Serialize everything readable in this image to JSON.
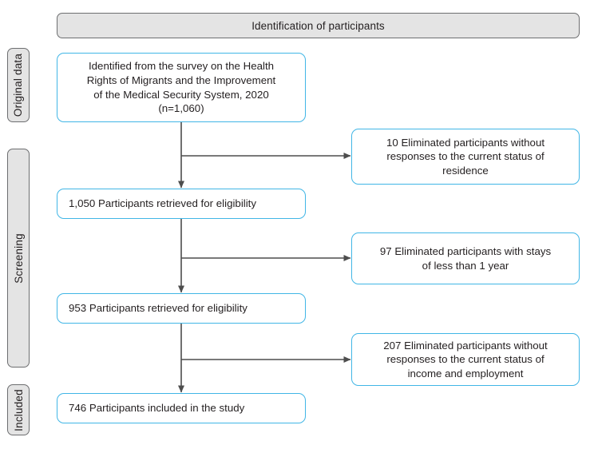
{
  "header": {
    "title": "Identification of participants"
  },
  "stages": [
    {
      "key": "original",
      "label": "Original data"
    },
    {
      "key": "screening",
      "label": "Screening"
    },
    {
      "key": "included",
      "label": "Included"
    }
  ],
  "flow": {
    "identified": {
      "line1": "Identified from the survey on the Health",
      "line2": "Rights of Migrants and the Improvement",
      "line3": "of the Medical Security System, 2020",
      "line4": "(n=1,060)",
      "count": 1060
    },
    "retrieved_1050": {
      "text": "1,050 Participants retrieved for eligibility",
      "count": 1050
    },
    "retrieved_953": {
      "text": "953 Participants retrieved for eligibility",
      "count": 953
    },
    "included_746": {
      "text": "746 Participants included in the study",
      "count": 746
    }
  },
  "exclusions": [
    {
      "key": "excl-10",
      "count": 10,
      "line1": "10 Eliminated participants without",
      "line2": "responses to the current status of",
      "line3": "residence"
    },
    {
      "key": "excl-97",
      "count": 97,
      "line1": "97 Eliminated participants with stays",
      "line2": "of less than 1 year",
      "line3": ""
    },
    {
      "key": "excl-207",
      "count": 207,
      "line1": "207 Eliminated participants without",
      "line2": "responses to the current status of",
      "line3": "income and employment"
    }
  ],
  "colors": {
    "box_border": "#41b6e6",
    "band_fill": "#e4e4e4",
    "band_border": "#6d6e70",
    "connector": "#4d4d4d",
    "text": "#231f20"
  }
}
